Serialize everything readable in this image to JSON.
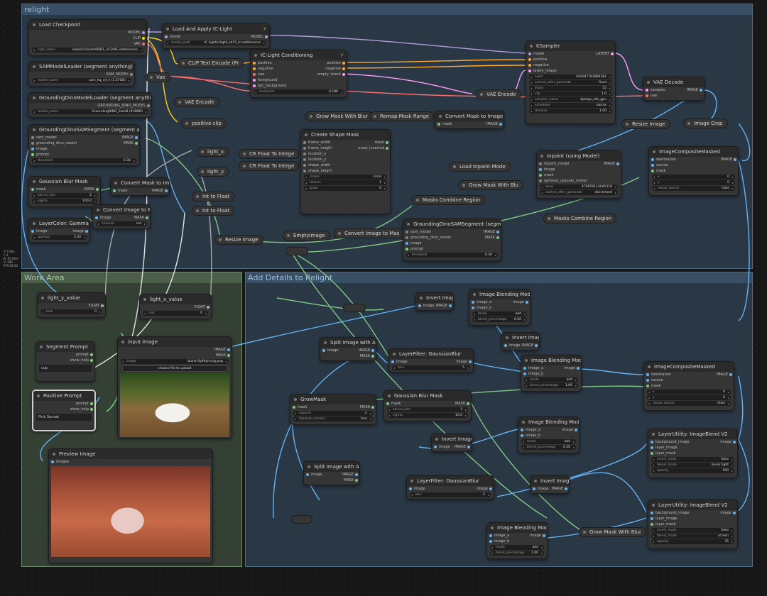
{
  "groups": {
    "relight": "relight",
    "work": "Work Area",
    "add": "Add Details to Relight"
  },
  "colors": {
    "model": "#b39ddb",
    "clip": "#ffd500",
    "vae": "#ff6e6e",
    "cond": "#ffa931",
    "latent": "#ff9cf9",
    "image": "#64b5f6",
    "mask": "#81c784",
    "float": "#aaaaaa",
    "string": "#77dd77"
  },
  "side_info": [
    "T: 0.00s",
    "I: 0",
    "N: 65 [92]",
    "V: 198",
    "FPS:58.82"
  ],
  "nodes": {
    "load_checkpoint": {
      "title": "Load Checkpoint",
      "out": [
        "MODEL",
        "CLIP",
        "VAE"
      ],
      "widget_label": "ckpt_name",
      "widget_value": "realisticVisionV60B1_v51VAE.safetensors"
    },
    "iclight": {
      "title": "Load And Apply IC-Light",
      "in": "model",
      "out": "MODEL",
      "widget_label": "model_path",
      "widget_value": "IC-Light/iclight_sd15_fc.safetensors"
    },
    "sam_loader": {
      "title": "SAMModelLoader (segment anything)",
      "out": "SAM_MODEL",
      "widget_label": "model_name",
      "widget_value": "sam_hq_vit_h (2.57GB)"
    },
    "gdino_loader": {
      "title": "GroundingDinoModelLoader (segment anything)",
      "out": "GROUNDING_DINO_MODEL",
      "widget_label": "model_name",
      "widget_value": "GroundingDINO_SwinB (938MB)"
    },
    "gdino_seg": {
      "title": "GroundingDinoSAMSegment (segment anything)",
      "in": [
        "sam_model",
        "grounding_dino_model",
        "image",
        "prompt"
      ],
      "out": [
        "IMAGE",
        "MASK"
      ],
      "widget_label": "threshold",
      "widget_value": "0.30"
    },
    "gauss_mask": {
      "title": "Gaussian Blur Mask",
      "in": "mask",
      "out": "MASK",
      "w1l": "kernel_size",
      "w1v": "2",
      "w2l": "sigma",
      "w2v": "100.0"
    },
    "conv_mask_img": {
      "title": "Convert Mask to Image",
      "in": "mask",
      "out": "IMAGE"
    },
    "conv_img_mask": {
      "title": "Convert Image to Mask",
      "in": "image",
      "out": "MASK",
      "widget_label": "channel",
      "widget_value": "red"
    },
    "gamma": {
      "title": "LayerColor: Gamma",
      "in": "image",
      "out": "image",
      "widget_label": "gamma",
      "widget_value": "5.00"
    },
    "clip_encode": {
      "title": "CLIP Text Encode (Pr"
    },
    "iclight_cond": {
      "title": "IC-Light Conditioning",
      "in": [
        "positive",
        "negative",
        "vae",
        "foreground",
        "opt_background"
      ],
      "out": [
        "positive",
        "negative",
        "empty_latent"
      ],
      "widget_label": "multiplier",
      "widget_value": "0.180"
    },
    "vae_enc1": {
      "title": "VAE Encode"
    },
    "vae_enc2": {
      "title": "VAE Encode"
    },
    "vae_pill": {
      "title": "Vae"
    },
    "pos_clip": {
      "title": "positive clip"
    },
    "light_x": {
      "title": "light_x"
    },
    "light_y": {
      "title": "light_y"
    },
    "cr1": {
      "title": "CR Float To Intege"
    },
    "cr2": {
      "title": "CR Float To Intege"
    },
    "int_float1": {
      "title": "Int to Float"
    },
    "int_float2": {
      "title": "Int to Float"
    },
    "resize1": {
      "title": "Resize Image"
    },
    "resize2": {
      "title": "Resize Image"
    },
    "empty_image": {
      "title": "EmptyImage"
    },
    "conv_img_mask2": {
      "title": "Convert Image to Mas"
    },
    "grow_blur1": {
      "title": "Grow Mask With Blur"
    },
    "remap": {
      "title": "Remap Mask Range"
    },
    "conv_mask_img2": {
      "title": "Convert Mask to Image",
      "in": "mask",
      "out": "IMAGE"
    },
    "create_shape": {
      "title": "Create Shape Mask",
      "in": [
        "frame_width",
        "frame_height",
        "location_x",
        "location_y",
        "shape_width",
        "shape_height"
      ],
      "out": [
        "mask",
        "mask_inverted"
      ],
      "w": [
        [
          "shape",
          "circle"
        ],
        [
          "frames",
          "1"
        ],
        [
          "grow",
          "0"
        ]
      ]
    },
    "ksampler": {
      "title": "KSampler",
      "in": [
        "model",
        "positive",
        "negative",
        "latent_image"
      ],
      "out": "LATENT",
      "w": [
        [
          "seed",
          "444187783899182"
        ],
        [
          "control_after_generate",
          "fixed"
        ],
        [
          "steps",
          "25"
        ],
        [
          "cfg",
          "1.0"
        ],
        [
          "sampler_name",
          "dpmpp_sde_gpu"
        ],
        [
          "scheduler",
          "karras"
        ],
        [
          "denoise",
          "1.00"
        ]
      ]
    },
    "vae_decode": {
      "title": "VAE Decode",
      "in": [
        "samples",
        "vae"
      ],
      "out": "IMAGE"
    },
    "image_crop": {
      "title": "Image Crop"
    },
    "load_inpaint": {
      "title": "Load Inpaint Mode"
    },
    "inpaint": {
      "title": "Inpaint (using Model)",
      "in": [
        "inpaint_model",
        "image",
        "mask",
        "optional_upscale_model"
      ],
      "out": "IMAGE",
      "w": [
        [
          "seed",
          "478059114045318"
        ],
        [
          "control_after_generate",
          "decrement"
        ]
      ]
    },
    "grow_blur2": {
      "title": "Grow Mask With Blu"
    },
    "masks_combine1": {
      "title": "Masks Combine Region"
    },
    "masks_combine2": {
      "title": "Masks Combine Region"
    },
    "gdino_seg2": {
      "title": "GroundingDinoSAMSegment (segment anything)",
      "in": [
        "sam_model",
        "grounding_dino_model",
        "image",
        "prompt"
      ],
      "out": [
        "IMAGE",
        "MASK"
      ],
      "widget_label": "threshold",
      "widget_value": "0.30"
    },
    "composite1": {
      "title": "ImageCompositeMasked",
      "in": [
        "destination",
        "source",
        "mask"
      ],
      "out": "IMAGE",
      "w": [
        [
          "x",
          "0"
        ],
        [
          "y",
          "0"
        ],
        [
          "resize_source",
          "false"
        ]
      ]
    },
    "light_y_value": {
      "title": "light_y_value",
      "out": "FLOAT",
      "widget_label": "text",
      "widget_value": "0"
    },
    "light_x_value": {
      "title": "light_x_value",
      "out": "FLOAT",
      "widget_label": "text",
      "widget_value": "0"
    },
    "segment_prompt": {
      "title": "Segment Prompt",
      "out": [
        "prompt",
        "show_help"
      ],
      "text": "cup"
    },
    "positive_prompt": {
      "title": "Positive Prompt",
      "out": [
        "prompt",
        "show_help"
      ],
      "text": "Pink Sunset"
    },
    "input_image": {
      "title": "input image",
      "out": [
        "IMAGE",
        "MASK"
      ],
      "widget_label": "image",
      "widget_value": "blank-0y94ql-orig.png",
      "button": "choose file to upload"
    },
    "preview_image": {
      "title": "Preview Image",
      "in": "images"
    },
    "invert1": {
      "title": "Invert Image",
      "in": "image",
      "out": "IMAGE"
    },
    "blend1": {
      "title": "Image Blending Mode",
      "in": [
        "image_a",
        "image_b"
      ],
      "out": "image",
      "w": [
        [
          "mode",
          "add"
        ],
        [
          "blend_percentage",
          "0.50"
        ]
      ]
    },
    "invert2": {
      "title": "Invert Image",
      "in": "image",
      "out": "IMAGE"
    },
    "split1": {
      "title": "Split Image with Alpha",
      "in": "image",
      "out": [
        "IMAGE",
        "MASK"
      ]
    },
    "lf_blur1": {
      "title": "LayerFilter: GaussianBlur",
      "in": "image",
      "out": "image",
      "widget_label": "blur",
      "widget_value": "5"
    },
    "blend2": {
      "title": "Image Blending Mode",
      "in": [
        "image_a",
        "image_b"
      ],
      "out": "image",
      "w": [
        [
          "mode",
          "add"
        ],
        [
          "blend_percentage",
          "1.00"
        ]
      ]
    },
    "composite2": {
      "title": "ImageCompositeMasked",
      "in": [
        "destination",
        "source",
        "mask"
      ],
      "out": "IMAGE",
      "w": [
        [
          "x",
          "0"
        ],
        [
          "y",
          "0"
        ],
        [
          "resize_source",
          "false"
        ]
      ]
    },
    "growmask": {
      "title": "GrowMask",
      "in": "mask",
      "out": "MASK",
      "w": [
        [
          "expand",
          "-2"
        ],
        [
          "tapered_corners",
          "true"
        ]
      ]
    },
    "gauss_mask2": {
      "title": "Gaussian Blur Mask",
      "in": "mask",
      "out": "MASK",
      "w1l": "kernel_size",
      "w1v": "3",
      "w2l": "sigma",
      "w2v": "10.0"
    },
    "blend3": {
      "title": "Image Blending Mode",
      "in": [
        "image_a",
        "image_b"
      ],
      "out": "image",
      "w": [
        [
          "mode",
          "add"
        ],
        [
          "blend_percentage",
          "0.50"
        ]
      ]
    },
    "invert3": {
      "title": "Invert Image",
      "in": "image",
      "out": "IMAGE"
    },
    "split2": {
      "title": "Split Image with Alpha",
      "in": "image",
      "out": [
        "IMAGE",
        "MASK"
      ]
    },
    "lf_blur2": {
      "title": "LayerFilter: GaussianBlur",
      "in": "image",
      "out": "image",
      "widget_label": "blur",
      "widget_value": "5"
    },
    "invert4": {
      "title": "Invert Image",
      "in": "image",
      "out": "IMAGE"
    },
    "blend4": {
      "title": "Image Blending Mode",
      "in": [
        "image_a",
        "image_b"
      ],
      "out": "image",
      "w": [
        [
          "mode",
          "add"
        ],
        [
          "blend_percentage",
          "1.00"
        ]
      ]
    },
    "grow_blur3": {
      "title": "Grow Mask With Blur"
    },
    "lu_blend1": {
      "title": "LayerUtility: ImageBlend V2",
      "in": [
        "background_image",
        "layer_image",
        "layer_mask"
      ],
      "out": "image",
      "w": [
        [
          "invert_mask",
          "false"
        ],
        [
          "blend_mode",
          "linear light"
        ],
        [
          "opacity",
          "100"
        ]
      ]
    },
    "lu_blend2": {
      "title": "LayerUtility: ImageBlend V2",
      "in": [
        "background_image",
        "layer_image",
        "layer_mask"
      ],
      "out": "image",
      "w": [
        [
          "invert_mask",
          "false"
        ],
        [
          "blend_mode",
          "screen"
        ],
        [
          "opacity",
          "35"
        ]
      ]
    }
  }
}
